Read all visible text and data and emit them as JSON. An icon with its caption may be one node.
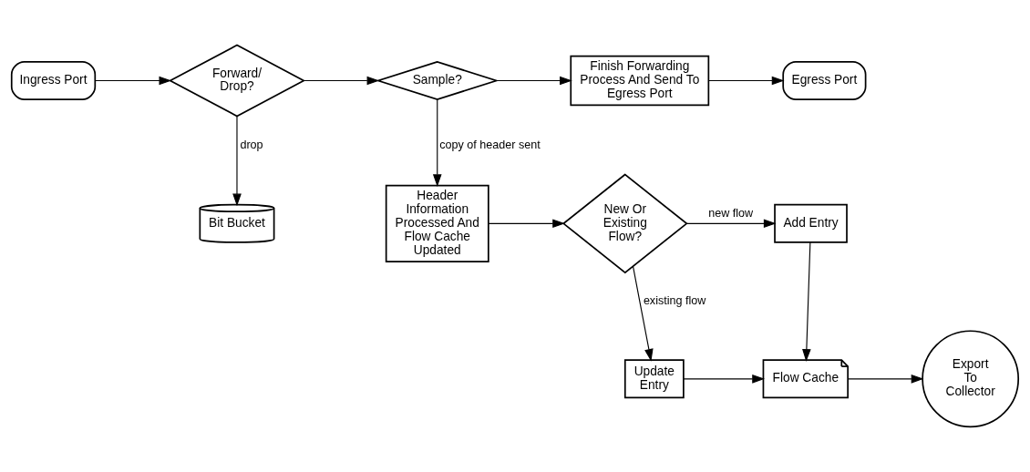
{
  "diagram": {
    "nodes": [
      {
        "text": [
          "Ingress Port"
        ]
      },
      {
        "text": [
          "Forward/ Drop?"
        ]
      },
      {
        "text": [
          "Sample?"
        ]
      },
      {
        "text": [
          "Finish Forwarding Process And Send To Egress Port"
        ]
      },
      {
        "text": [
          "Egress Port"
        ]
      },
      {
        "text": [
          "Bit Bucket"
        ]
      },
      {
        "text": [
          "Header Information Processed And Flow Cache Updated"
        ]
      },
      {
        "text": [
          "New Or Existing Flow?"
        ]
      },
      {
        "text": [
          "Add Entry"
        ]
      },
      {
        "text": [
          "Update Entry"
        ]
      },
      {
        "text": [
          "Flow Cache"
        ]
      },
      {
        "text": [
          "Export To Collector"
        ]
      }
    ],
    "edges": [
      {
        "from": 0,
        "to": 1,
        "arrow": "to"
      },
      {
        "from": 1,
        "to": 2,
        "arrow": "to"
      },
      {
        "from": 2,
        "to": 3,
        "arrow": "to"
      },
      {
        "from": 3,
        "to": 4,
        "arrow": "to"
      },
      {
        "from": 1,
        "to": 5,
        "arrow": "to",
        "label": "drop"
      },
      {
        "from": 2,
        "to": 6,
        "arrow": "to",
        "label": "copy of header sent"
      },
      {
        "from": 6,
        "to": 7,
        "arrow": "to"
      },
      {
        "from": 7,
        "to": 8,
        "arrow": "to",
        "label": "new flow"
      },
      {
        "from": 7,
        "to": 9,
        "arrow": "to",
        "label": "existing flow"
      },
      {
        "from": 9,
        "to": 10,
        "arrow": "to"
      },
      {
        "from": 8,
        "to": 10,
        "arrow": "to"
      },
      {
        "from": 10,
        "to": 11,
        "arrow": "to"
      }
    ]
  }
}
